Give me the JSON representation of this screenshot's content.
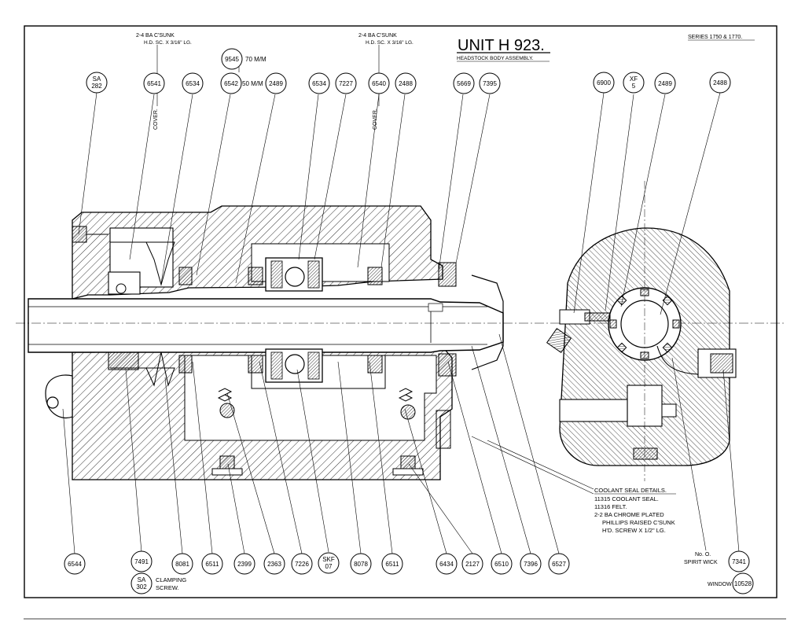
{
  "title": "UNIT  H 923.",
  "subtitle": "HEADSTOCK BODY ASSEMBLY.",
  "series": "SERIES 1750 & 1770.",
  "notes": {
    "screw_left_1": "2-4 BA  C'SUNK",
    "screw_left_2": "H.D. SC. X 3/16\" LG.",
    "screw_right_1": "2-4 BA  C'SUNK",
    "screw_right_2": "H.D. SC. X 3/16\" LG.",
    "cover_left": "COVER.",
    "cover_right": "COVER.",
    "dim_70": "70 M/M",
    "dim_50": "50 M/M",
    "coolant_title": "COOLANT  SEAL  DETAILS.",
    "coolant_1": "11315  COOLANT  SEAL.",
    "coolant_2": "11316  FELT.",
    "coolant_3": "2-2 BA CHROME PLATED",
    "coolant_4": "PHILLIPS RAISED C'SUNK",
    "coolant_5": "H'D. SCREW X 1/2\" LG.",
    "clamping_1": "CLAMPING",
    "clamping_2": "SCREW.",
    "wick_1": "No. O.",
    "wick_2": "SPIRIT  WICK",
    "window": "WINDOW"
  },
  "top_bubbles": {
    "sa282_a": "SA",
    "sa282_b": "282",
    "b6541": "6541",
    "b6534a": "6534",
    "b9545": "9545",
    "b6542": "6542",
    "b2489a": "2489",
    "b6534b": "6534",
    "b7227": "7227",
    "b6540": "6540",
    "b2488a": "2488",
    "b5669": "5669",
    "b7395": "7395",
    "b6900": "6900",
    "xf_a": "XF",
    "xf_b": "5",
    "b2489b": "2489",
    "b2488b": "2488"
  },
  "bottom_bubbles": {
    "b6544": "6544",
    "b7491": "7491",
    "b8081": "8081",
    "b6511a": "6511",
    "b2399": "2399",
    "b2363": "2363",
    "b7226": "7226",
    "skf_a": "SKF",
    "skf_b": "07",
    "b8078": "8078",
    "b6511b": "6511",
    "b6434": "6434",
    "b2127": "2127",
    "b6510": "6510",
    "b7396": "7396",
    "b6527": "6527",
    "b7341": "7341",
    "sa302_a": "SA",
    "sa302_b": "302",
    "b10528": "10528"
  }
}
